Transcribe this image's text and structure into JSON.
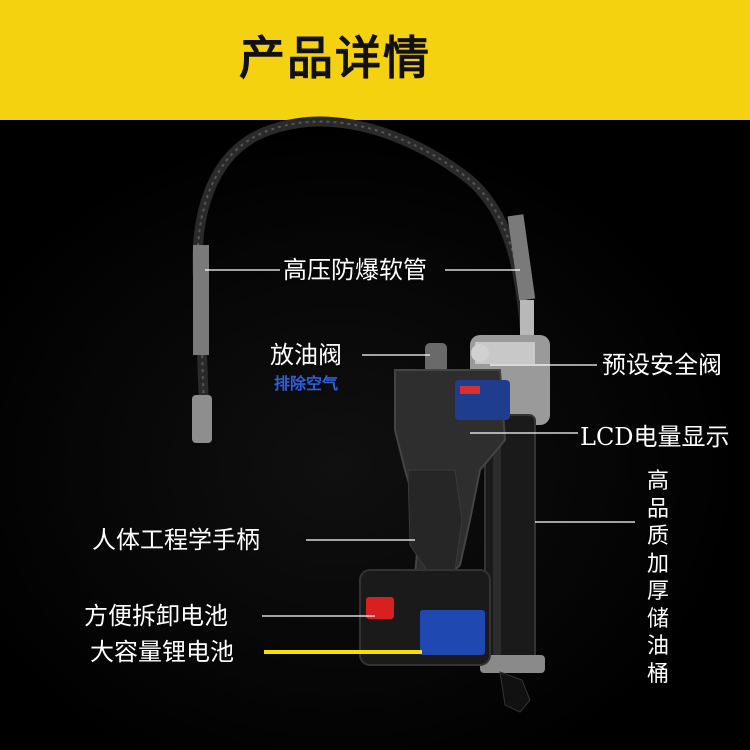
{
  "header": {
    "title": "产品详情",
    "color": "#f5d20f"
  },
  "labels": {
    "hose": "高压防爆软管",
    "bleed_valve": "放油阀",
    "bleed_note": "排除空气",
    "safety_valve": "预设安全阀",
    "lcd": "LCD电量显示",
    "barrel": "高品质加厚储油桶",
    "handle": "人体工程学手柄",
    "battery_detach": "方便拆卸电池",
    "battery_capacity": "大容量锂电池"
  },
  "colors": {
    "accent_blue": "#2f5fe0",
    "line_yellow": "#f5e000"
  }
}
